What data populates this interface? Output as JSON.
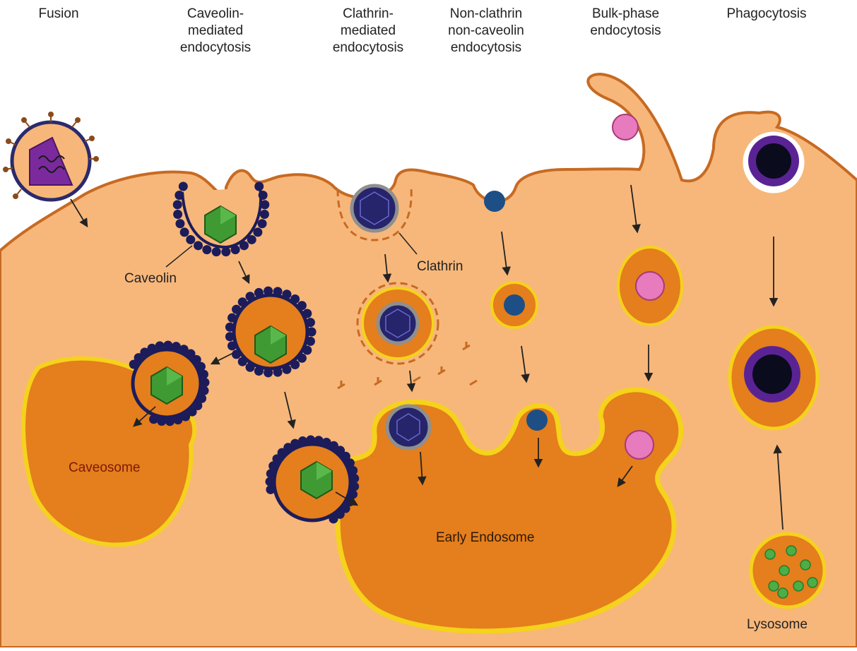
{
  "columns": [
    {
      "title": "Fusion"
    },
    {
      "title": "Caveolin-\nmediated\nendocytosis"
    },
    {
      "title": "Clathrin-\nmediated\nendocytosis"
    },
    {
      "title": "Non-clathrin\nnon-caveolin\nendocytosis"
    },
    {
      "title": "Bulk-phase\nendocytosis"
    },
    {
      "title": "Phagocytosis"
    }
  ],
  "labels": {
    "caveolin": "Caveolin",
    "clathrin": "Clathrin",
    "caveosome": "Caveosome",
    "early_endosome": "Early Endosome",
    "lysosome": "Lysosome"
  },
  "colors": {
    "cytoplasm": "#f7b77a",
    "membrane": "#c76a22",
    "vesicle_fill": "#e57e1c",
    "vesicle_rim": "#f5d21c",
    "caveolin_bead": "#1c1c5a",
    "virus_green": "#3f9a33",
    "virus_navy": "#26246a",
    "virus_blue": "#1d4f86",
    "pink_particle": "#e87bbd",
    "phago_purple": "#5a2394",
    "lysosome_granule": "#4cae46",
    "label_red": "#7a1a0a"
  }
}
